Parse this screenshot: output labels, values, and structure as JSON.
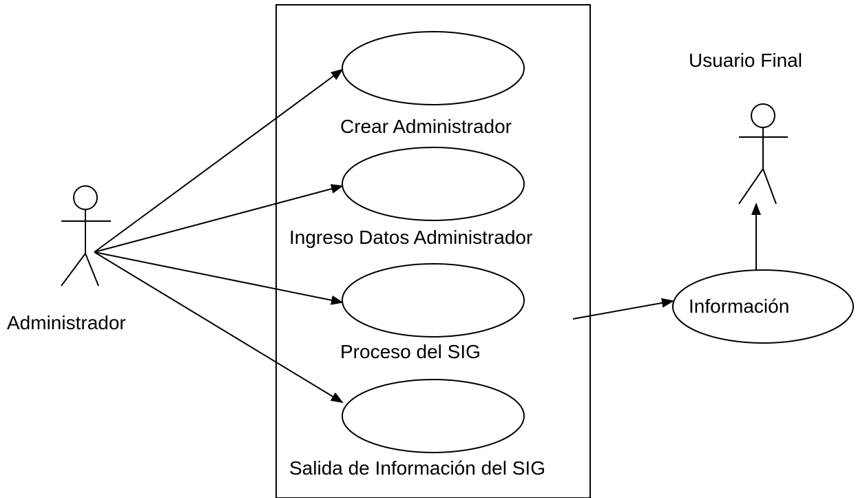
{
  "diagram": {
    "actors": {
      "administrador": "Administrador",
      "usuario_final": "Usuario Final"
    },
    "use_cases": [
      "Crear Administrador",
      "Ingreso Datos Administrador",
      "Proceso del SIG",
      "Salida de Información del SIG"
    ],
    "external_use_case": "Información"
  }
}
